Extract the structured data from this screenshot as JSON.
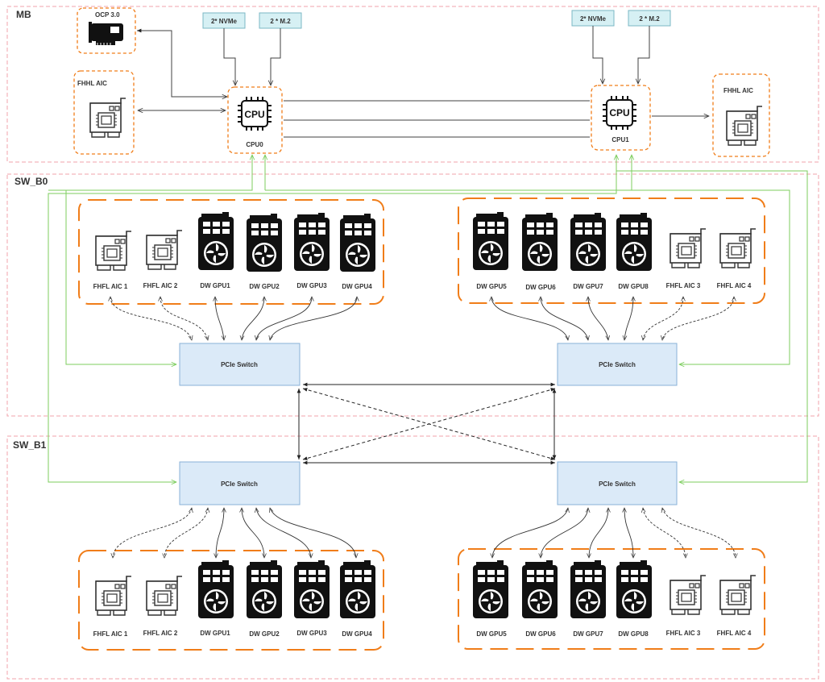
{
  "regions": [
    {
      "id": "mb",
      "label": "MB"
    },
    {
      "id": "sw_b0",
      "label": "SW_B0"
    },
    {
      "id": "sw_b1",
      "label": "SW_B1"
    }
  ],
  "mb": {
    "ocp_label": "OCP 3.0",
    "fhhl_left_label": "FHHL AIC",
    "fhhl_right_label": "FHHL AIC",
    "cpu0": {
      "chip_text": "CPU",
      "label": "CPU0"
    },
    "cpu1": {
      "chip_text": "CPU",
      "label": "CPU1"
    },
    "storage": {
      "nvme": "2* NVMe",
      "m2": "2 * M.2"
    }
  },
  "switch_label": "PCIe Switch",
  "groups": {
    "top_left": [
      "FHFL AIC 1",
      "FHFL AIC 2",
      "DW GPU1",
      "DW GPU2",
      "DW GPU3",
      "DW GPU4"
    ],
    "top_right": [
      "DW GPU5",
      "DW GPU6",
      "DW GPU7",
      "DW GPU8",
      "FHFL AIC 3",
      "FHFL AIC 4"
    ],
    "bottom_left": [
      "FHFL AIC 1",
      "FHFL AIC 2",
      "DW GPU1",
      "DW GPU2",
      "DW GPU3",
      "DW GPU4"
    ],
    "bottom_right": [
      "DW GPU5",
      "DW GPU6",
      "DW GPU7",
      "DW GPU8",
      "FHFL AIC 3",
      "FHFL AIC 4"
    ]
  },
  "colors": {
    "region_border": "#f2a3ab",
    "orange_dash": "#f07d19",
    "switch_fill": "#dbeaf8",
    "switch_border": "#8ab1d7",
    "storage_fill": "#d6f0f4",
    "storage_border": "#7bb7c4",
    "green_link": "#7ccd5e",
    "line": "#404040"
  }
}
